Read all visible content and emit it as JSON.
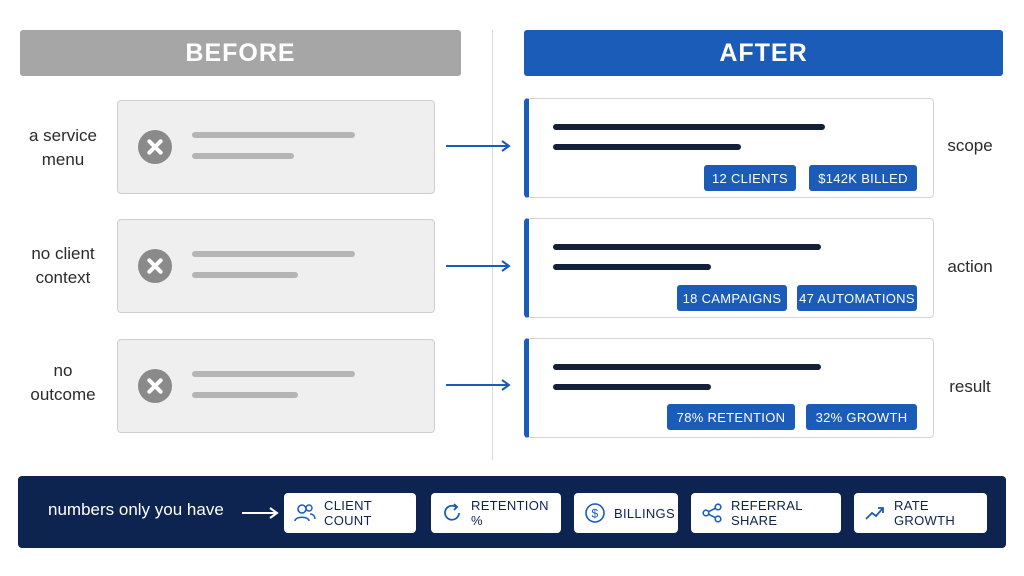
{
  "headers": {
    "before": "BEFORE",
    "after": "AFTER"
  },
  "rows": [
    {
      "before_label": [
        "a service",
        "menu"
      ],
      "after_label": "scope",
      "pills": [
        "12 CLIENTS",
        "$142K BILLED"
      ]
    },
    {
      "before_label": [
        "no client",
        "context"
      ],
      "after_label": "action",
      "pills": [
        "18 CAMPAIGNS",
        "47 AUTOMATIONS"
      ]
    },
    {
      "before_label": [
        "no",
        "outcome"
      ],
      "after_label": "result",
      "pills": [
        "78% RETENTION",
        "32% GROWTH"
      ]
    }
  ],
  "bottom": {
    "label": "numbers only you have",
    "chips": [
      {
        "label": "CLIENT COUNT",
        "icon": "users-icon"
      },
      {
        "label": "RETENTION %",
        "icon": "refresh-icon"
      },
      {
        "label": "BILLINGS",
        "icon": "dollar-icon"
      },
      {
        "label": "REFERRAL SHARE",
        "icon": "share-icon"
      },
      {
        "label": "RATE GROWTH",
        "icon": "trending-up-icon"
      }
    ]
  },
  "colors": {
    "before_header": "#a6a6a6",
    "after_accent": "#1a5cb8",
    "bottom_bar": "#0d2350"
  }
}
